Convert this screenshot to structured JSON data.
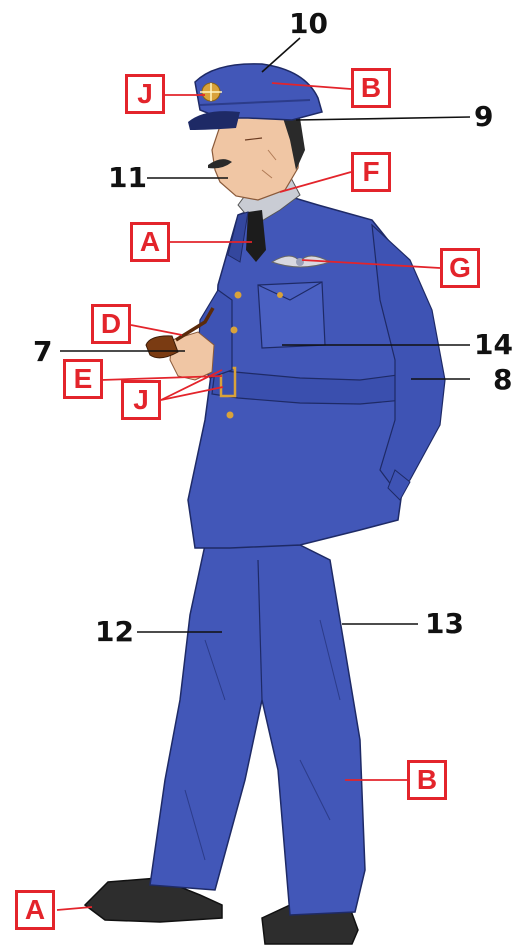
{
  "colors": {
    "uniform": "#4257b8",
    "uniform_dark": "#2c3c8a",
    "shirt": "#c9ccd4",
    "tie": "#1c1c1c",
    "skin": "#f0c6a4",
    "hair": "#2a2a2a",
    "shoes": "#2d2d2d",
    "badge": "#d9a23a",
    "pipe": "#7a3b12",
    "callout_red": "#e3242b",
    "callout_black": "#111111"
  },
  "labels": {
    "num_10": "10",
    "num_9": "9",
    "num_11": "11",
    "num_7": "7",
    "num_14": "14",
    "num_8": "8",
    "num_12": "12",
    "num_13": "13",
    "box_J_cap": "J",
    "box_B_cap": "B",
    "box_F": "F",
    "box_A_tie": "A",
    "box_G": "G",
    "box_D": "D",
    "box_E": "E",
    "box_J_buttons": "J",
    "box_B_trousers": "B",
    "box_A_shoe": "A"
  }
}
